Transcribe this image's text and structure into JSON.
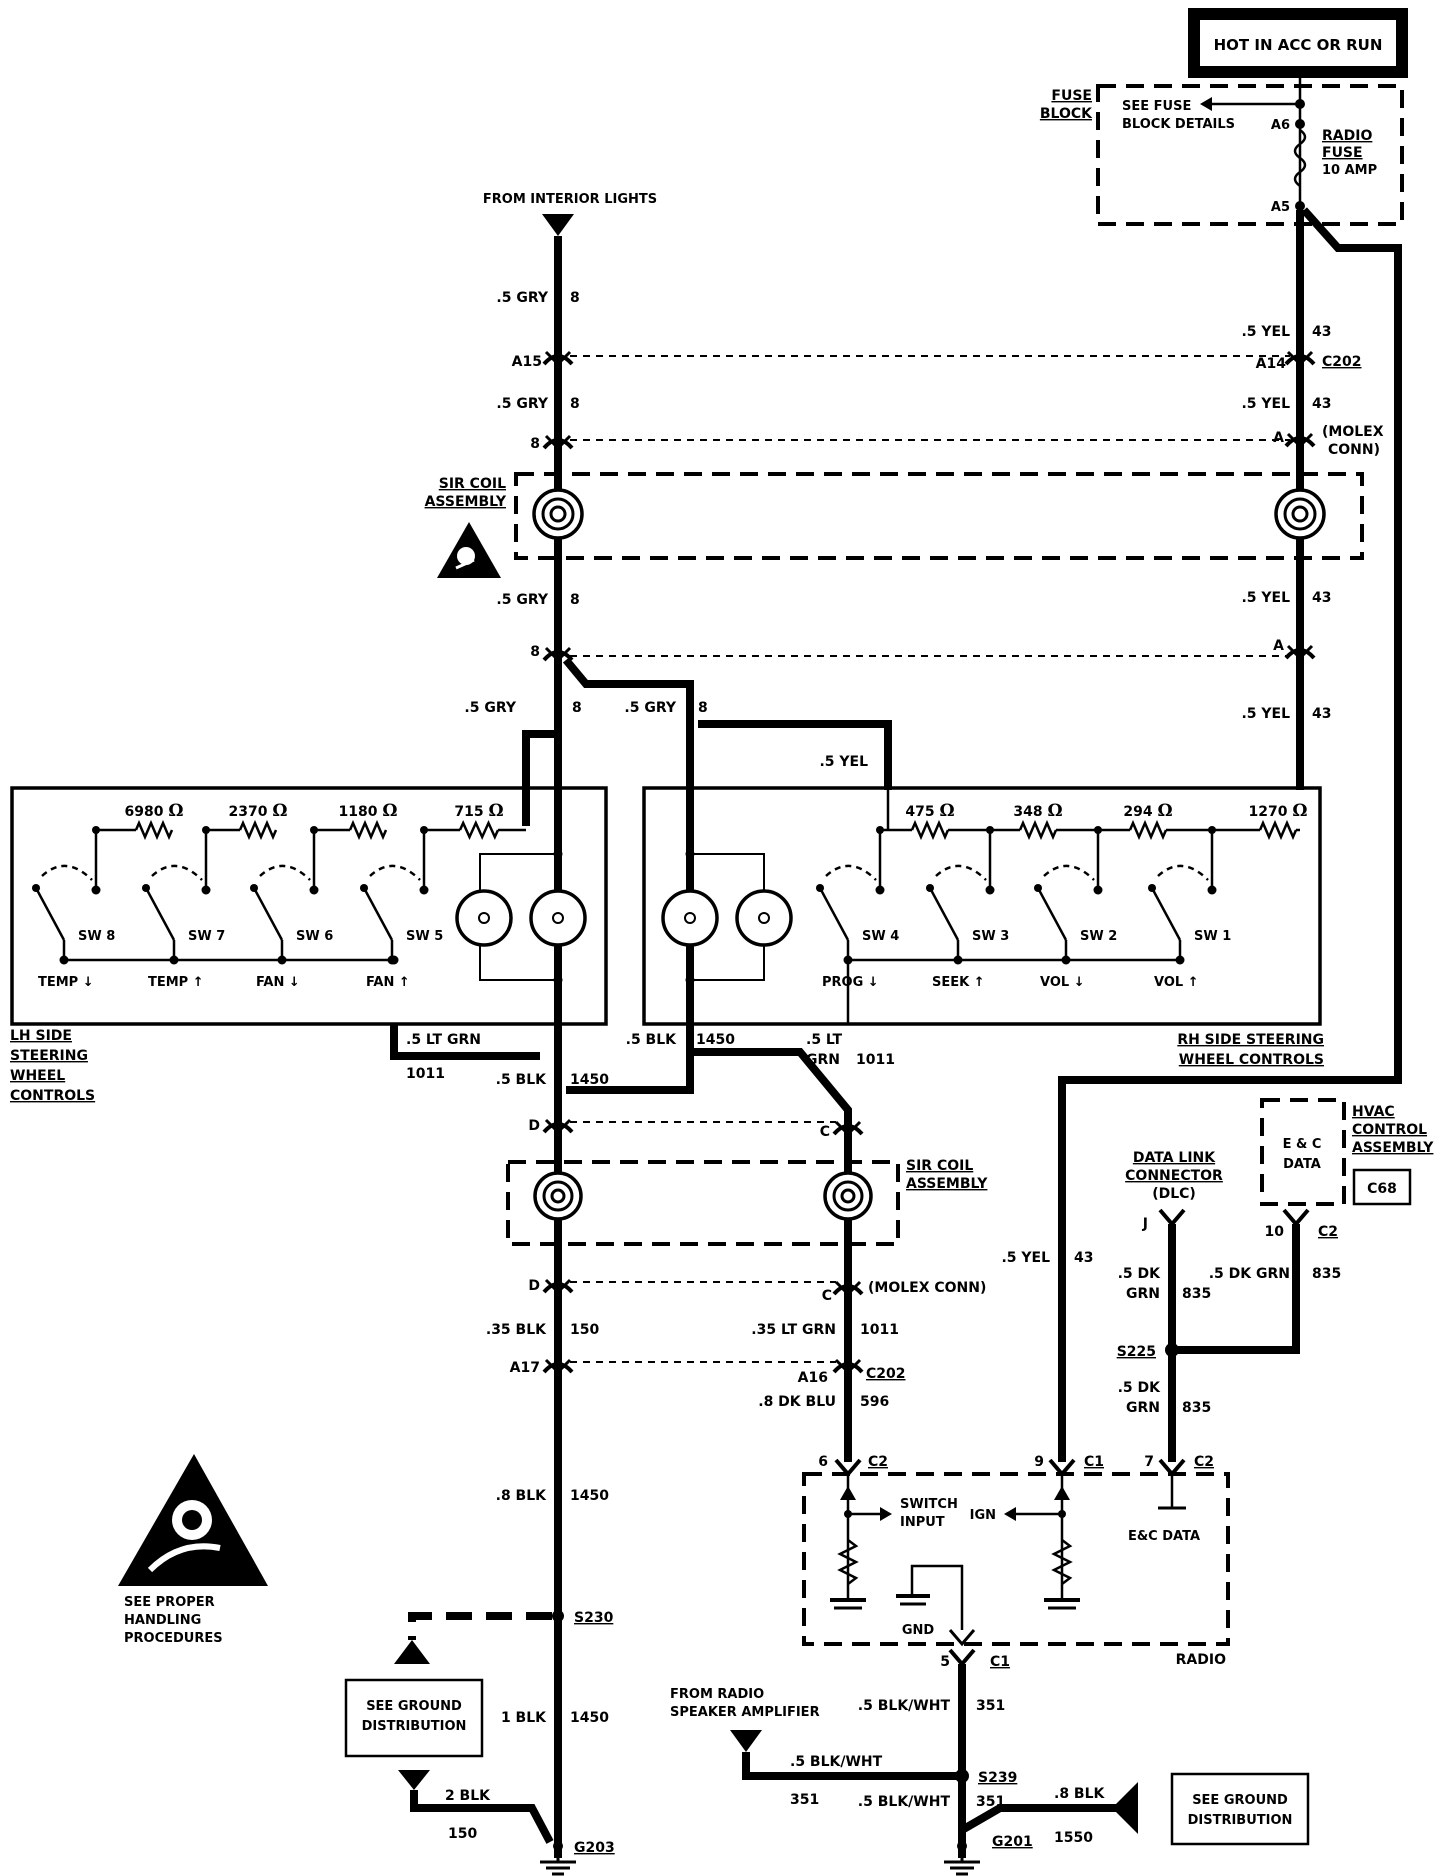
{
  "power": {
    "label": "HOT IN ACC OR RUN"
  },
  "fuse_block": {
    "title_line1": "FUSE",
    "title_line2": "BLOCK",
    "details_line1": "SEE FUSE",
    "details_line2": "BLOCK DETAILS",
    "pin_in": "A6",
    "pin_out": "A5",
    "fuse_line1": "RADIO",
    "fuse_line2": "FUSE",
    "fuse_line3": "10 AMP"
  },
  "interior_lights": {
    "label": "FROM INTERIOR LIGHTS"
  },
  "left_column": {
    "w1_size": ".5 GRY",
    "w1_num": "8",
    "c202_pin": "A15",
    "w2_size": ".5 GRY",
    "w2_num": "8",
    "molex_pin": "8",
    "w3_size": ".5 GRY",
    "w3_num": "8",
    "lower_pin": "8"
  },
  "right_column": {
    "w1_size": ".5 YEL",
    "w1_num": "43",
    "c202_pin": "A14",
    "c202_label": "C202",
    "w2_size": ".5 YEL",
    "w2_num": "43",
    "molex_pin": "A",
    "molex_line1": "(MOLEX",
    "molex_line2": "CONN)",
    "w3_size": ".5 YEL",
    "w3_num": "43",
    "lower_pin": "A",
    "w4_size": ".5 YEL",
    "w4_num": "43"
  },
  "sir_upper": {
    "line1": "SIR COIL",
    "line2": "ASSEMBLY"
  },
  "branch": {
    "left_size": ".5 GRY",
    "left_num": "8",
    "mid_size": ".5 GRY",
    "mid_num": "8",
    "yel": ".5 YEL"
  },
  "lh_controls": {
    "resistors": [
      "6980",
      "2370",
      "1180",
      "715"
    ],
    "switches": [
      "SW 8",
      "SW 7",
      "SW 6",
      "SW 5"
    ],
    "functions": [
      "TEMP ↓",
      "TEMP ↑",
      "FAN ↓",
      "FAN ↑"
    ],
    "label_line1": "LH SIDE",
    "label_line2": "STEERING",
    "label_line3": "WHEEL",
    "label_line4": "CONTROLS"
  },
  "rh_controls": {
    "resistors": [
      "475",
      "348",
      "294",
      "1270"
    ],
    "switches": [
      "SW 4",
      "SW 3",
      "SW 2",
      "SW 1"
    ],
    "functions": [
      "PROG ↓",
      "SEEK ↑",
      "VOL ↓",
      "VOL ↑"
    ],
    "label_line1": "RH SIDE STEERING",
    "label_line2": "WHEEL CONTROLS"
  },
  "ohm_symbol": "Ω",
  "lower_wires": {
    "ltgrn_size": ".5 LT GRN",
    "ltgrn_num": "1011",
    "blk_size": ".5 BLK",
    "blk_num": "1450",
    "blk2_size": ".5 BLK",
    "blk2_num": "1450",
    "ltgrn2_line1": ".5 LT",
    "ltgrn2_line2": "GRN",
    "ltgrn2_num": "1011"
  },
  "sir_lower": {
    "pin_left": "D",
    "pin_right": "C",
    "line1": "SIR COIL",
    "line2": "ASSEMBLY",
    "molex_pin_left": "D",
    "molex_pin_right": "C",
    "molex_label": "(MOLEX CONN)"
  },
  "below_sir": {
    "left_size": ".35 BLK",
    "left_num": "150",
    "right_size": ".35 LT GRN",
    "right_num": "1011",
    "c202_left_pin": "A17",
    "c202_right_pin": "A16",
    "c202_label": "C202",
    "blu_size": ".8 DK BLU",
    "blu_num": "596",
    "blk_size": ".8 BLK",
    "blk_num": "1450"
  },
  "ground_left": {
    "splice": "S230",
    "box_line1": "SEE GROUND",
    "box_line2": "DISTRIBUTION",
    "w1_size": "1 BLK",
    "w1_num": "1450",
    "w2_size": "2 BLK",
    "w2_num": "150",
    "ground": "G203"
  },
  "handling": {
    "line1": "SEE PROPER",
    "line2": "HANDLING",
    "line3": "PROCEDURES"
  },
  "yel_feed": {
    "size": ".5 YEL",
    "num": "43"
  },
  "hvac": {
    "box_line1": "E & C",
    "box_line2": "DATA",
    "title_line1": "HVAC",
    "title_line2": "CONTROL",
    "title_line3": "ASSEMBLY",
    "connector": "C68",
    "pin": "10",
    "conn": "C2"
  },
  "dlc": {
    "line1": "DATA LINK",
    "line2": "CONNECTOR",
    "line3": "(DLC)",
    "pin": "J"
  },
  "data_wires": {
    "dlc_line1": ".5 DK",
    "dlc_line2": "GRN",
    "dlc_num": "835",
    "hvac_size": ".5 DK GRN",
    "hvac_num": "835",
    "splice": "S225",
    "low_line1": ".5 DK",
    "low_line2": "GRN",
    "low_num": "835"
  },
  "radio": {
    "pin6": "6",
    "conn6": "C2",
    "pin9": "9",
    "conn9": "C1",
    "pin7": "7",
    "conn7": "C2",
    "switch_line1": "SWITCH",
    "switch_line2": "INPUT",
    "ign": "IGN",
    "ec_data": "E&C DATA",
    "gnd": "GND",
    "label": "RADIO",
    "pin5": "5",
    "conn5": "C1"
  },
  "speaker": {
    "line1": "FROM RADIO",
    "line2": "SPEAKER AMPLIFIER",
    "w_size": ".5 BLK/WHT",
    "w_num": "351"
  },
  "ground_right": {
    "w1_size": ".5 BLK/WHT",
    "w1_num": "351",
    "splice": "S239",
    "w2_size": ".5 BLK/WHT",
    "w2_num": "351",
    "w3_size": ".8 BLK",
    "w3_num": "1550",
    "box_line1": "SEE GROUND",
    "box_line2": "DISTRIBUTION",
    "ground": "G201"
  }
}
